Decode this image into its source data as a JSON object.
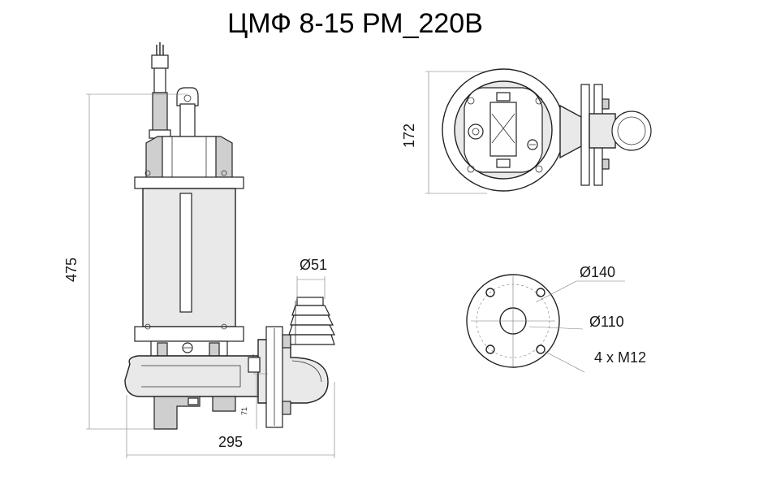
{
  "title": "ЦМФ 8-15 РМ_220В",
  "dimensions": {
    "height": "475",
    "width": "295",
    "top_depth": "172",
    "outlet_dia": "Ø51",
    "flange_outer": "Ø140",
    "bolt_circle": "Ø110",
    "bolts": "4 x M12",
    "small_dim": "71"
  }
}
